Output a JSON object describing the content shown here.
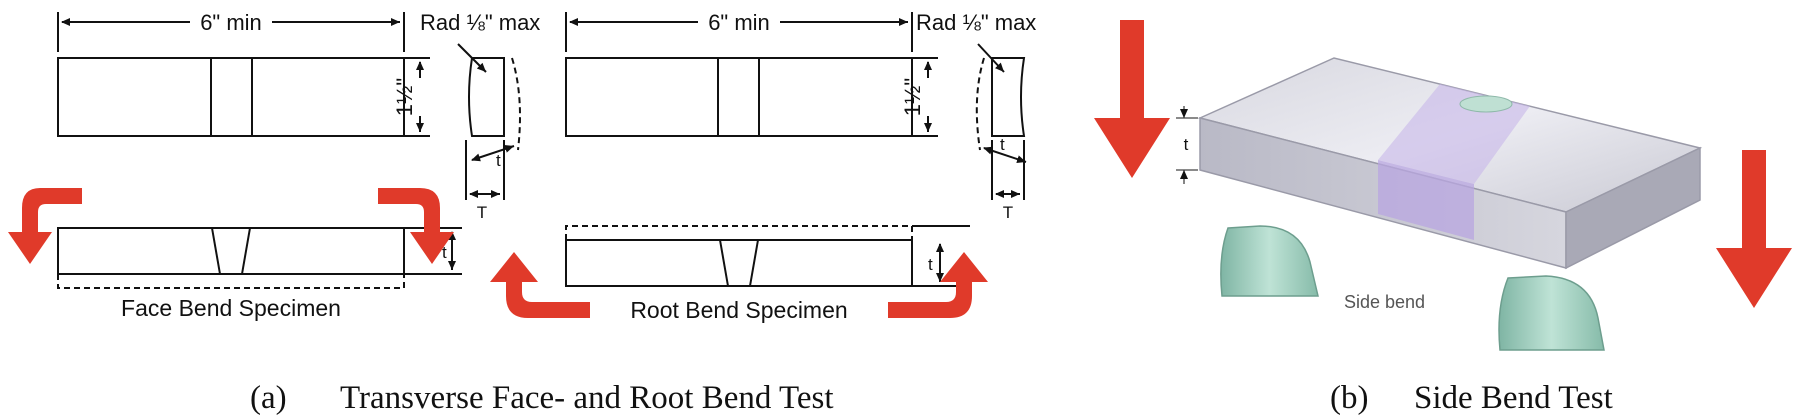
{
  "panel_a": {
    "face": {
      "length_label": "6\" min",
      "radius_label": "Rad ⅛\" max",
      "width_label": "1½\"",
      "t_label": "t",
      "T_label": "T",
      "specimen_label": "Face Bend Specimen"
    },
    "root": {
      "length_label": "6\" min",
      "radius_label": "Rad ⅛\" max",
      "width_label": "1½\"",
      "t_label": "t",
      "T_label": "T",
      "specimen_label": "Root Bend Specimen"
    },
    "caption_index": "(a)",
    "caption_text": "Transverse Face- and Root Bend Test"
  },
  "panel_b": {
    "t_label": "t",
    "image_label": "Side bend",
    "caption_index": "(b)",
    "caption_text": "Side Bend Test"
  },
  "colors": {
    "arrow_red": "#e03a2a",
    "line": "#111111",
    "weld_purple": "#b8a6e0",
    "support_green": "#9fcfbf"
  }
}
